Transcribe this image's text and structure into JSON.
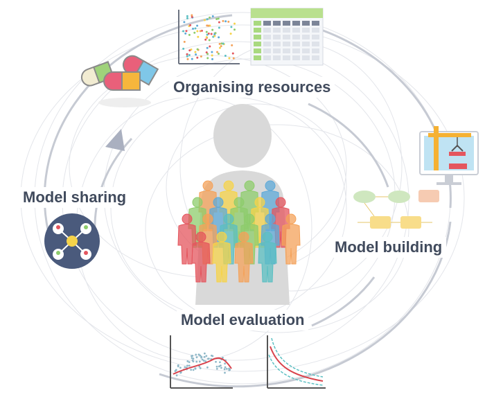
{
  "stages": {
    "top": "Organising resources",
    "right": "Model building",
    "bottom": "Model evaluation",
    "left": "Model sharing"
  },
  "icons": [
    "capsules-icon",
    "scatter-plot-icon",
    "spreadsheet-icon",
    "monitor-crane-icon",
    "flowchart-icon",
    "sharing-network-icon",
    "population-figures-icon",
    "fit-curve-plot-icon",
    "prediction-interval-plot-icon"
  ],
  "colors": {
    "cycle_arrow": "#aab0c0",
    "label_text": "#404a5c",
    "figure_gray": "#d4d4d4",
    "green": "#8ecc6c",
    "blue": "#5ea9d8",
    "orange": "#f4a25a",
    "yellow": "#f6d34a",
    "red": "#e4565e",
    "teal": "#5bbfc2"
  }
}
